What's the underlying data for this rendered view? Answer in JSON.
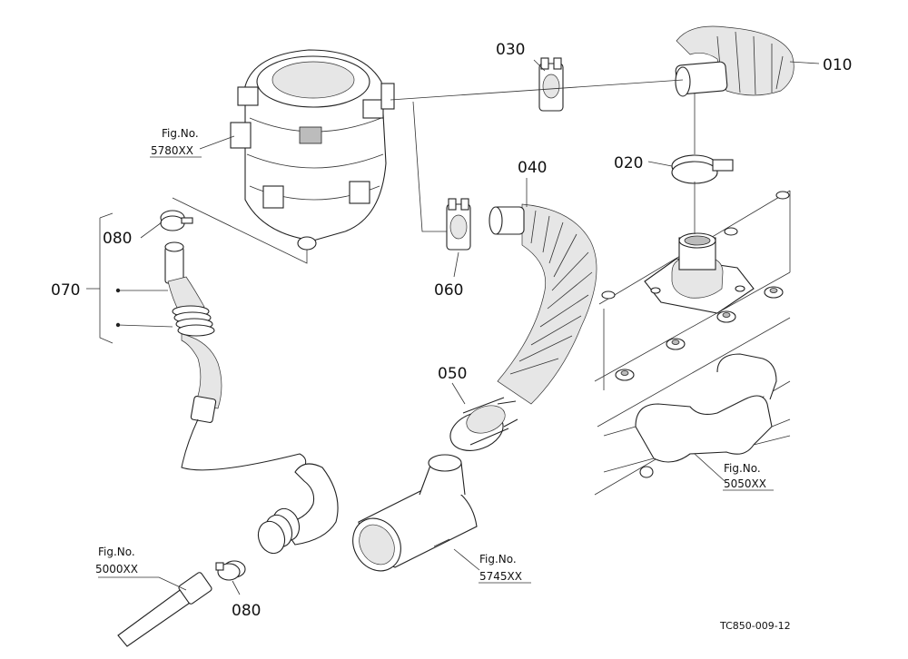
{
  "parts": {
    "p010": "010",
    "p020": "020",
    "p030": "030",
    "p040": "040",
    "p050": "050",
    "p060": "060",
    "p070": "070",
    "p080a": "080",
    "p080b": "080"
  },
  "references": {
    "ref_5780": {
      "line1": "Fig.No.",
      "line2": "5780XX"
    },
    "ref_5050": {
      "line1": "Fig.No.",
      "line2": "5050XX"
    },
    "ref_5745": {
      "line1": "Fig.No.",
      "line2": "5745XX"
    },
    "ref_5000": {
      "line1": "Fig.No.",
      "line2": "5000XX"
    }
  },
  "drawing_code": "TC850-009-12"
}
